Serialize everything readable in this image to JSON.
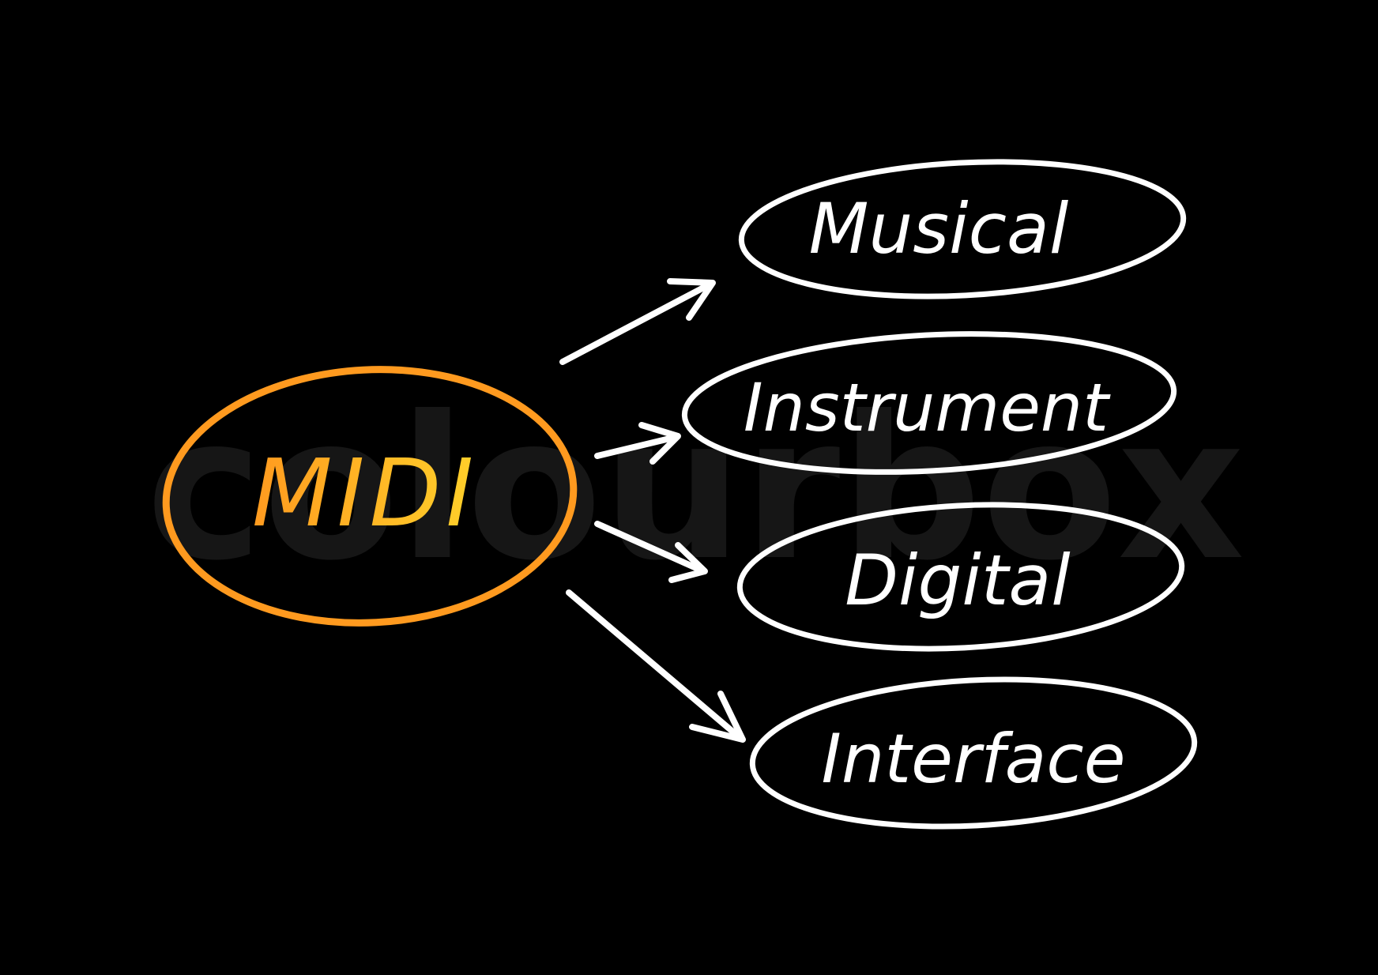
{
  "center": {
    "text": "MIDI",
    "color": "#FF9A1F",
    "text_color": "#FFB02E"
  },
  "watermark": "colourbox",
  "items": [
    {
      "text": "Musical"
    },
    {
      "text": "Instrument"
    },
    {
      "text": "Digital"
    },
    {
      "text": "Interface"
    }
  ],
  "colors": {
    "background": "#000000",
    "stroke": "#FFFFFF",
    "watermark": "#1A1A1A"
  }
}
